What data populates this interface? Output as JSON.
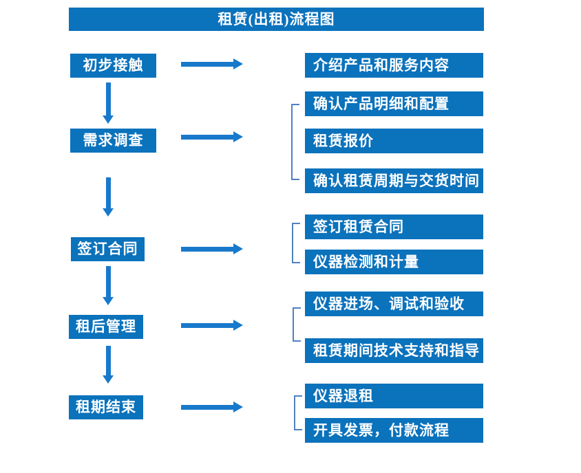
{
  "title": "租赁(出租)流程图",
  "colors": {
    "box_blue": "#0B72BC",
    "arrow_blue": "#1879CB",
    "bracket_blue": "#4E81C2",
    "text_white": "#FFFFFF",
    "background": "#FFFFFF"
  },
  "flow": {
    "stages": [
      {
        "label": "初步接触",
        "details": [
          "介绍产品和服务内容"
        ]
      },
      {
        "label": "需求调查",
        "details": [
          "确认产品明细和配置",
          "租赁报价",
          "确认租赁周期与交货时间"
        ]
      },
      {
        "label": "签订合同",
        "details": [
          "签订租赁合同",
          "仪器检测和计量"
        ]
      },
      {
        "label": "租后管理",
        "details": [
          "仪器进场、调试和验收",
          "租赁期间技术支持和指导"
        ]
      },
      {
        "label": "租期结束",
        "details": [
          "仪器退租",
          "开具发票，付款流程"
        ]
      }
    ]
  }
}
